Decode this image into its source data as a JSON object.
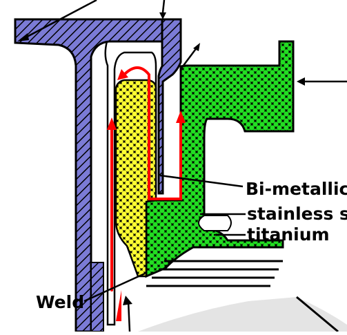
{
  "labels": {
    "bimetallic": "Bi-metallic",
    "stainless": "stainless s",
    "titanium": "titanium",
    "weld": "Weld"
  },
  "colors": {
    "stainless_blue": "#7b7bd6",
    "titanium_green": "#22dd22",
    "bimetallic_yellow": "#ffff33",
    "flow_red": "#ff0000",
    "outline": "#000000"
  }
}
